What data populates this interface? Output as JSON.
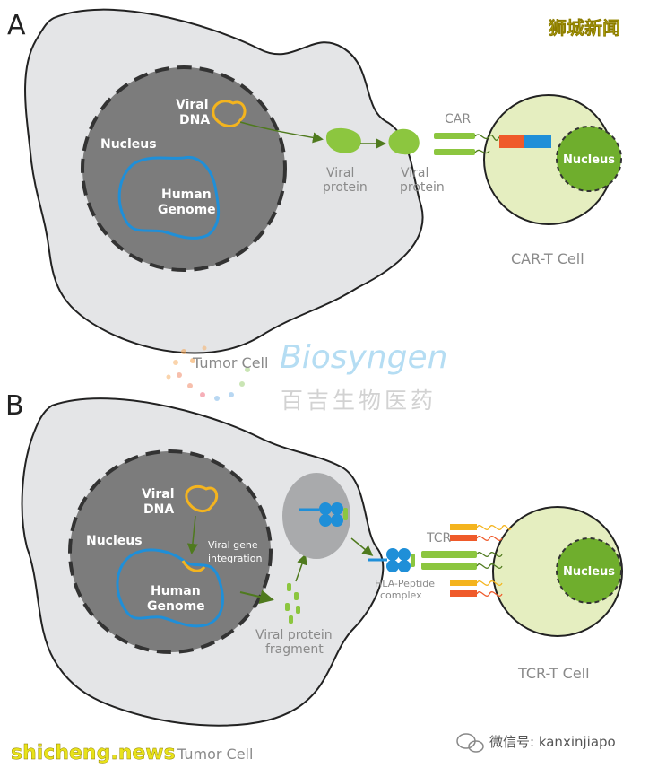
{
  "panel_a": {
    "letter": "A",
    "labels": {
      "viral_dna": [
        "Viral",
        "DNA"
      ],
      "nucleus": "Nucleus",
      "human_genome": [
        "Human",
        "Genome"
      ],
      "viral_protein_1": [
        "Viral",
        "protein"
      ],
      "viral_protein_2": [
        "Viral",
        "protein"
      ],
      "car": "CAR",
      "t_nucleus": "Nucleus",
      "car_t_cell": "CAR-T Cell",
      "tumor_cell": "Tumor Cell"
    }
  },
  "panel_b": {
    "letter": "B",
    "labels": {
      "viral_dna": [
        "Viral",
        "DNA"
      ],
      "nucleus": "Nucleus",
      "viral_gene_integration": [
        "Viral gene",
        "integration"
      ],
      "human_genome": [
        "Human",
        "Genome"
      ],
      "viral_protein_fragment": [
        "Viral protein",
        "fragment"
      ],
      "hla_peptide_complex": [
        "HLA-Peptide",
        "complex"
      ],
      "tcr": "TCR",
      "t_nucleus": "Nucleus",
      "tcr_t_cell": "TCR-T Cell",
      "tumor_cell": "Tumor Cell"
    }
  },
  "watermark": {
    "logo_text": "Biosyngen",
    "logo_cn": "百吉生物医药"
  },
  "overlays": {
    "top_right": "狮城新闻",
    "bottom_left": "shicheng.news",
    "bottom_right": "微信号: kanxinjiapo"
  },
  "colors": {
    "tumor_cell": "#e4e5e7",
    "nucleus": "#7c7c7c",
    "viral_dna": "#f4b41e",
    "genome": "#1f8fd8",
    "green": "#8cc63f",
    "t_cell": "#e5eec0",
    "t_nucleus": "#6fae2d",
    "label_gray": "#8a8a8a",
    "orange_red": "#ef5a2a",
    "yellow_title": "#e8e21a"
  }
}
